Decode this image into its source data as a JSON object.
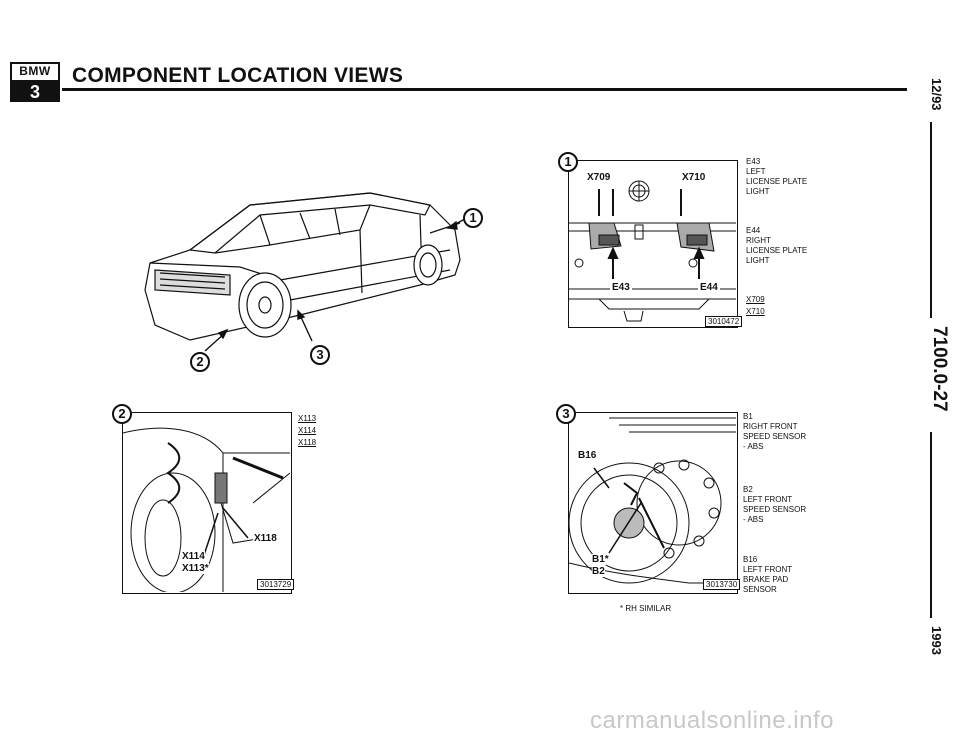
{
  "header": {
    "logo_top": "BMW",
    "logo_bottom": "3",
    "title": "COMPONENT LOCATION VIEWS"
  },
  "side": {
    "date": "12/93",
    "section": "7100.0-27",
    "year": "1993"
  },
  "callouts": {
    "c1": "1",
    "c2": "2",
    "c3": "3"
  },
  "view1": {
    "connector_left": "X709",
    "connector_right": "X710",
    "light_left": "E43",
    "light_right": "E44",
    "ref": "3010472",
    "legend": [
      {
        "code": "E43",
        "lines": [
          "LEFT",
          "LICENSE PLATE",
          "LIGHT"
        ]
      },
      {
        "code": "E44",
        "lines": [
          "RIGHT",
          "LICENSE PLATE",
          "LIGHT"
        ]
      }
    ],
    "connectors": [
      "X709",
      "X710"
    ]
  },
  "view2": {
    "connectors": [
      "X113",
      "X114",
      "X118"
    ],
    "label_x118": "X118",
    "label_x114": "X114",
    "label_x113": "X113*",
    "ref": "3013729"
  },
  "view3": {
    "label_b16": "B16",
    "label_b1": "B1*",
    "label_b2": "B2",
    "ref": "3013730",
    "legend": [
      {
        "code": "B1",
        "lines": [
          "RIGHT FRONT",
          "SPEED SENSOR",
          "- ABS"
        ]
      },
      {
        "code": "B2",
        "lines": [
          "LEFT FRONT",
          "SPEED SENSOR",
          "- ABS"
        ]
      },
      {
        "code": "B16",
        "lines": [
          "LEFT FRONT",
          "BRAKE PAD",
          "SENSOR"
        ]
      }
    ],
    "footnote": "* RH SIMILAR"
  },
  "footer": {
    "watermark": "carmanualsonline.info"
  }
}
